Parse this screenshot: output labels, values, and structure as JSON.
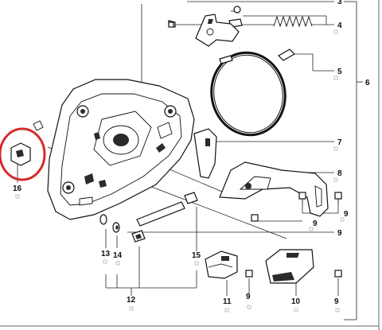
{
  "diagram": {
    "highlight_color": "#d62b2b",
    "line_color": "#222222",
    "callouts": [
      {
        "id": "c3",
        "text": "3"
      },
      {
        "id": "c4",
        "text": "4"
      },
      {
        "id": "c5",
        "text": "5"
      },
      {
        "id": "c6",
        "text": "6"
      },
      {
        "id": "c7",
        "text": "7"
      },
      {
        "id": "c8",
        "text": "8"
      },
      {
        "id": "c9a",
        "text": "9"
      },
      {
        "id": "c9b",
        "text": "9"
      },
      {
        "id": "c9c",
        "text": "9"
      },
      {
        "id": "c9d",
        "text": "9"
      },
      {
        "id": "c9e",
        "text": "9"
      },
      {
        "id": "c10",
        "text": "10"
      },
      {
        "id": "c11",
        "text": "11"
      },
      {
        "id": "c12",
        "text": "12"
      },
      {
        "id": "c13",
        "text": "13"
      },
      {
        "id": "c14",
        "text": "14"
      },
      {
        "id": "c15",
        "text": "15"
      },
      {
        "id": "c16",
        "text": "16"
      }
    ]
  }
}
